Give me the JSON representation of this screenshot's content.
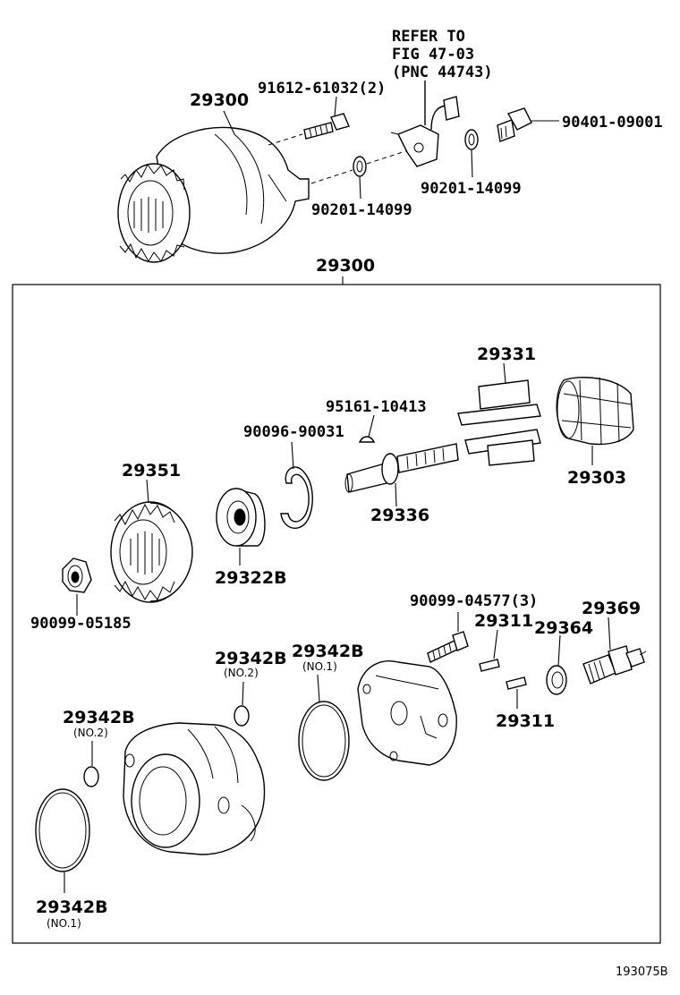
{
  "refer": {
    "line1": "REFER TO",
    "line2": "FIG 47-03",
    "line3": "(PNC 44743)"
  },
  "labels": {
    "assembly_top": "29300",
    "bolt": "91612-61032(2)",
    "union_bolt": "90401-09001",
    "gasket_left": "90201-14099",
    "gasket_right": "90201-14099",
    "assembly_box": "29300",
    "vane": "29331",
    "woodruff_key": "95161-10413",
    "snap_ring": "90096-90031",
    "rotor": "29303",
    "gear": "29351",
    "shaft": "29336",
    "bearing": "29322B",
    "nut": "90099-05185",
    "screw": "90099-04577(3)",
    "pin_upper": "29311",
    "pin_lower": "29311",
    "washer": "29364",
    "valve": "29369",
    "oring_small_mid": "29342B",
    "oring_small_mid_note": "(NO.2)",
    "oring_large_mid": "29342B",
    "oring_large_mid_note": "(NO.1)",
    "oring_small_left": "29342B",
    "oring_small_left_note": "(NO.2)",
    "oring_large_left": "29342B",
    "oring_large_left_note": "(NO.1)"
  },
  "figure_id": "193075B"
}
